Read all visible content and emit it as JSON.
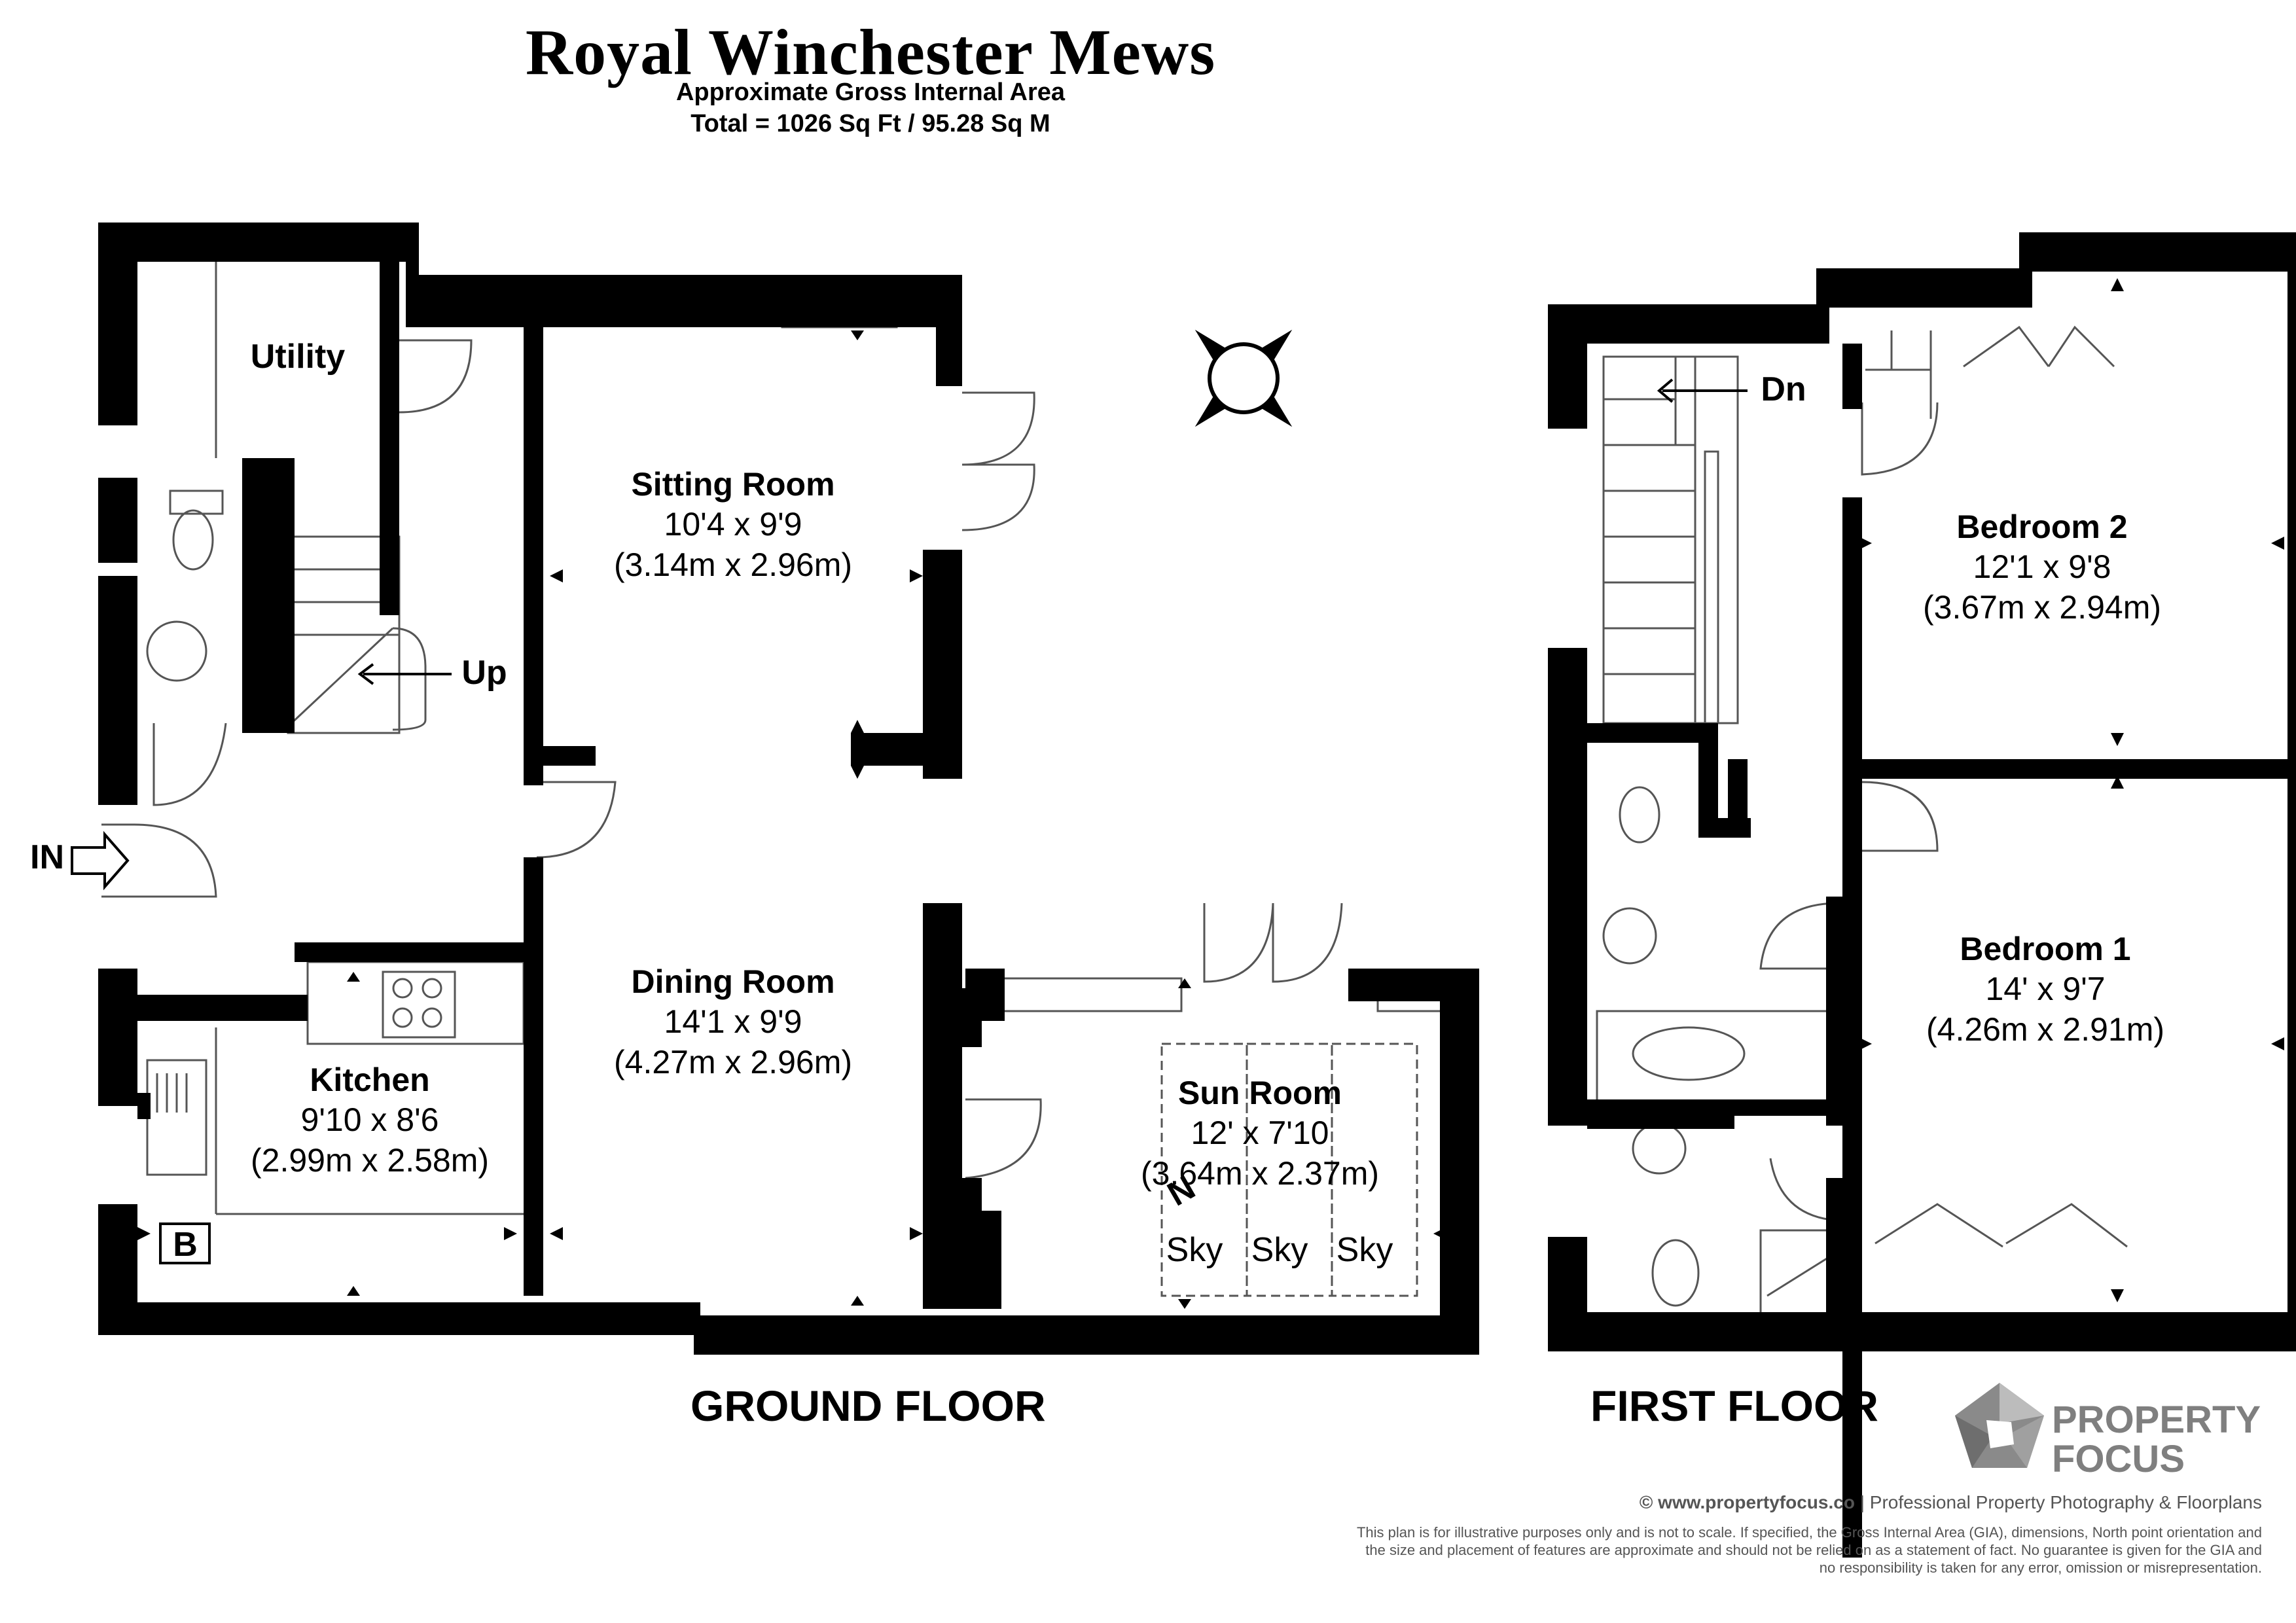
{
  "title": "Royal Winchester Mews",
  "subtitle_area": "Approximate Gross Internal Area",
  "subtitle_total": "Total = 1026 Sq Ft / 95.28 Sq M",
  "floors": {
    "ground": "GROUND FLOOR",
    "first": "FIRST FLOOR"
  },
  "rooms": [
    {
      "id": "sitting",
      "name": "Sitting Room",
      "dim_imperial": "10'4 x 9'9",
      "dim_metric": "(3.14m x 2.96m)"
    },
    {
      "id": "dining",
      "name": "Dining Room",
      "dim_imperial": "14'1 x 9'9",
      "dim_metric": "(4.27m x 2.96m)"
    },
    {
      "id": "kitchen",
      "name": "Kitchen",
      "dim_imperial": "9'10 x 8'6",
      "dim_metric": "(2.99m x 2.58m)"
    },
    {
      "id": "sunroom",
      "name": "Sun Room",
      "dim_imperial": "12' x 7'10",
      "dim_metric": "(3.64m x 2.37m)"
    },
    {
      "id": "bedroom2",
      "name": "Bedroom 2",
      "dim_imperial": "12'1 x 9'8",
      "dim_metric": "(3.67m x 2.94m)"
    },
    {
      "id": "bedroom1",
      "name": "Bedroom 1",
      "dim_imperial": "14' x 9'7",
      "dim_metric": "(4.26m x 2.91m)"
    }
  ],
  "labels": {
    "utility": "Utility",
    "up": "Up",
    "dn": "Dn",
    "in": "IN",
    "boiler": "B",
    "sky": [
      "Sky",
      "Sky",
      "Sky"
    ],
    "north": "N"
  },
  "brand": {
    "line1": "PROPERTY",
    "line2": "FOCUS",
    "color": "#7f7f7f"
  },
  "footer": {
    "site": "© www.propertyfocus.co",
    "tagline": " | Professional Property Photography & Floorplans",
    "disclaimer": "This plan is for illustrative purposes only and is not to scale. If specified, the Gross Internal Area (GIA), dimensions, North point orientation and the size and placement of features are approximate and should not be relied on as a statement of fact. No guarantee is given for the GIA and no responsibility is taken for any error, omission or misrepresentation."
  },
  "colors": {
    "wall": "#000000",
    "fixture_line": "#555555",
    "logo_grey": "#8a8a8a"
  }
}
